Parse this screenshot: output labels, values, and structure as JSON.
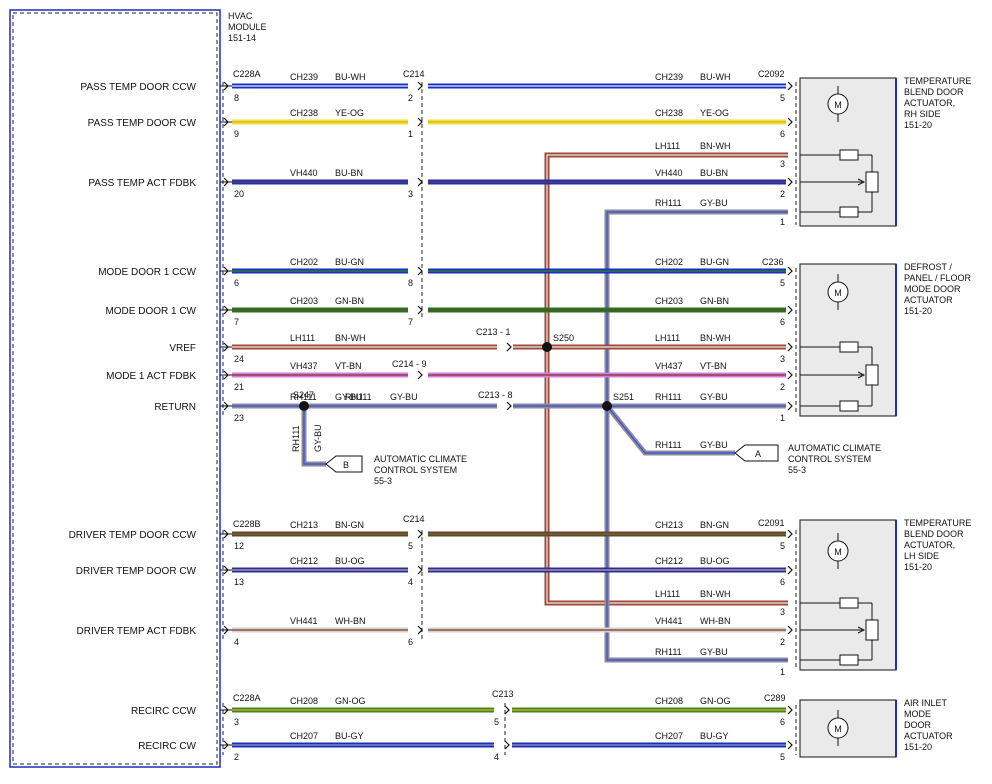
{
  "module": {
    "lines": [
      "HVAC",
      "MODULE",
      "151-14"
    ]
  },
  "signals": [
    {
      "id": "pass_ccw",
      "name": "PASS TEMP DOOR CCW",
      "pin": "8"
    },
    {
      "id": "pass_cw",
      "name": "PASS TEMP DOOR CW",
      "pin": "9"
    },
    {
      "id": "pass_fdbk",
      "name": "PASS TEMP ACT FDBK",
      "pin": "20"
    },
    {
      "id": "mode_ccw",
      "name": "MODE DOOR 1 CCW",
      "pin": "6"
    },
    {
      "id": "mode_cw",
      "name": "MODE DOOR 1 CW",
      "pin": "7"
    },
    {
      "id": "vref",
      "name": "VREF",
      "pin": "24"
    },
    {
      "id": "mode_fdbk",
      "name": "MODE 1 ACT FDBK",
      "pin": "21"
    },
    {
      "id": "return",
      "name": "RETURN",
      "pin": "23"
    },
    {
      "id": "drv_ccw",
      "name": "DRIVER TEMP DOOR CCW",
      "pin": "12"
    },
    {
      "id": "drv_cw",
      "name": "DRIVER TEMP DOOR CW",
      "pin": "13"
    },
    {
      "id": "drv_fdbk",
      "name": "DRIVER TEMP ACT FDBK",
      "pin": "4"
    },
    {
      "id": "rec_ccw",
      "name": "RECIRC CCW",
      "pin": "3"
    },
    {
      "id": "rec_cw",
      "name": "RECIRC CW",
      "pin": "2"
    }
  ],
  "connectors": {
    "c228a_top": "C228A",
    "c214_top": "C214",
    "c2092": "C2092",
    "c236": "C236",
    "c213_1": "C213 - 1",
    "c214_9": "C214 - 9",
    "c213_8": "C213 - 8",
    "c228b": "C228B",
    "c214_mid": "C214",
    "c2091": "C2091",
    "c228a_bottom": "C228A",
    "c213_bottom": "C213",
    "c289": "C289"
  },
  "splices": {
    "s250": "S250",
    "s247": "S247",
    "s251": "S251"
  },
  "wires": [
    {
      "id": "ch239",
      "circuit": "CH239",
      "color_code": "BU-WH",
      "color": "#1a2fbf",
      "stripe": "#e8ecff",
      "inline_pin": "2",
      "right_pin": "5",
      "right_circuit": "CH239",
      "right_code": "BU-WH"
    },
    {
      "id": "ch238",
      "circuit": "CH238",
      "color_code": "YE-OG",
      "color": "#e6e633",
      "stripe": "#f0a030",
      "inline_pin": "1",
      "right_pin": "6",
      "right_circuit": "CH238",
      "right_code": "YE-OG"
    },
    {
      "id": "vh440",
      "circuit": "VH440",
      "color_code": "BU-BN",
      "color": "#1a2fbf",
      "stripe": "#7a3b2e",
      "inline_pin": "3",
      "right_pin": "2",
      "right_circuit": "VH440",
      "right_code": "BU-BN"
    },
    {
      "id": "ch202",
      "circuit": "CH202",
      "color_code": "BU-GN",
      "color": "#1a2fbf",
      "stripe": "#2e8b2e",
      "inline_pin": "8",
      "right_pin": "5",
      "right_circuit": "CH202",
      "right_code": "BU-GN"
    },
    {
      "id": "ch203",
      "circuit": "CH203",
      "color_code": "GN-BN",
      "color": "#1e7a1e",
      "stripe": "#7a3b2e",
      "inline_pin": "7",
      "right_pin": "6",
      "right_circuit": "CH203",
      "right_code": "GN-BN"
    },
    {
      "id": "lh111a",
      "circuit": "LH111",
      "color_code": "BN-WH",
      "color": "#9b4a3a",
      "stripe": "#f4eaea",
      "inline_pin": "",
      "right_pin": "3",
      "right_circuit": "LH111",
      "right_code": "BN-WH"
    },
    {
      "id": "vh437",
      "circuit": "VH437",
      "color_code": "VT-BN",
      "color": "#d97ad9",
      "stripe": "#7a3b2e",
      "inline_pin": "",
      "right_pin": "2",
      "right_circuit": "VH437",
      "right_code": "VT-BN"
    },
    {
      "id": "rh111a",
      "circuit": "RH111",
      "color_code": "GY-BU",
      "color": "#8a8a9e",
      "stripe": "#3c4fd0",
      "inline_pin": "",
      "right_pin": "1",
      "right_circuit": "RH111",
      "right_code": "GY-BU"
    },
    {
      "id": "ch213",
      "circuit": "CH213",
      "color_code": "BN-GN",
      "color": "#7a3b2e",
      "stripe": "#2e8b2e",
      "inline_pin": "5",
      "right_pin": "5",
      "right_circuit": "CH213",
      "right_code": "BN-GN"
    },
    {
      "id": "ch212",
      "circuit": "CH212",
      "color_code": "BU-OG",
      "color": "#1a2fbf",
      "stripe": "#f0a030",
      "inline_pin": "4",
      "right_pin": "6",
      "right_circuit": "CH212",
      "right_code": "BU-OG"
    },
    {
      "id": "vh441",
      "circuit": "VH441",
      "color_code": "WH-BN",
      "color": "#d8d0cc",
      "stripe": "#7a3b2e",
      "inline_pin": "6",
      "right_pin": "2",
      "right_circuit": "VH441",
      "right_code": "WH-BN"
    },
    {
      "id": "ch208",
      "circuit": "CH208",
      "color_code": "GN-OG",
      "color": "#3a8a1e",
      "stripe": "#f0a030",
      "inline_pin": "5",
      "right_pin": "6",
      "right_circuit": "CH208",
      "right_code": "GN-OG"
    },
    {
      "id": "ch207",
      "circuit": "CH207",
      "color_code": "BU-GY",
      "color": "#1a2fbf",
      "stripe": "#9a9aaa",
      "inline_pin": "4",
      "right_pin": "5",
      "right_circuit": "CH207",
      "right_code": "BU-GY"
    }
  ],
  "extra_wires": {
    "lh111_rh_top": {
      "circuit": "LH111",
      "code": "BN-WH",
      "pin": "3"
    },
    "rh111_rh_top": {
      "circuit": "RH111",
      "code": "GY-BU",
      "pin": "1"
    },
    "lh111_lh": {
      "circuit": "LH111",
      "code": "BN-WH",
      "pin": "3"
    },
    "rh111_lh": {
      "circuit": "RH111",
      "code": "GY-BU",
      "pin": "1"
    },
    "rh111_return": {
      "circuit": "RH111",
      "code": "GY-BU"
    },
    "rh111_a": {
      "circuit": "RH111",
      "code": "GY-BU"
    },
    "rh111_b_vertical": [
      "RH111",
      "GY-BU"
    ]
  },
  "offpage": {
    "a": {
      "letter": "A",
      "lines": [
        "AUTOMATIC CLIMATE",
        "CONTROL SYSTEM",
        "55-3"
      ]
    },
    "b": {
      "letter": "B",
      "lines": [
        "AUTOMATIC CLIMATE",
        "CONTROL SYSTEM",
        "55-3"
      ]
    }
  },
  "actuators": [
    {
      "id": "temp_rh",
      "lines": [
        "TEMPERATURE",
        "BLEND DOOR",
        "ACTUATOR,",
        "RH SIDE",
        "151-20"
      ]
    },
    {
      "id": "mode",
      "lines": [
        "DEFROST /",
        "PANEL / FLOOR",
        "MODE DOOR",
        "ACTUATOR",
        "151-20"
      ]
    },
    {
      "id": "temp_lh",
      "lines": [
        "TEMPERATURE",
        "BLEND DOOR",
        "ACTUATOR,",
        "LH SIDE",
        "151-20"
      ]
    },
    {
      "id": "recirc",
      "lines": [
        "AIR INLET",
        "MODE",
        "DOOR",
        "ACTUATOR",
        "151-20"
      ]
    }
  ],
  "motor_symbol": "M"
}
